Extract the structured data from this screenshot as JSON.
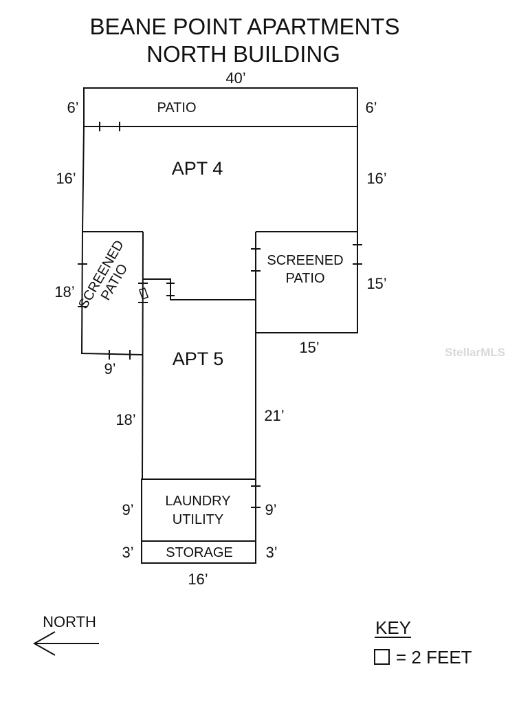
{
  "title": {
    "line1": "BEANE POINT APARTMENTS",
    "line2": "NORTH BUILDING"
  },
  "rooms": {
    "patio": "PATIO",
    "apt4": "APT 4",
    "screened_patio_left_line1": "SCREENED",
    "screened_patio_left_line2": "PATIO",
    "screened_patio_right_line1": "SCREENED",
    "screened_patio_right_line2": "PATIO",
    "apt5": "APT 5",
    "laundry_line1": "LAUNDRY",
    "laundry_line2": "UTILITY",
    "storage": "STORAGE"
  },
  "dimensions": {
    "top_width": "40’",
    "patio_left": "6’",
    "patio_right": "6’",
    "apt4_left": "16’",
    "apt4_right": "16’",
    "left_patio_height": "18’",
    "left_patio_width": "9’",
    "right_patio_height": "15’",
    "right_patio_width": "15’",
    "apt5_left": "18’",
    "apt5_right": "21’",
    "laundry_left": "9’",
    "laundry_right": "9’",
    "storage_left": "3’",
    "storage_right": "3’",
    "bottom_width": "16’"
  },
  "compass": {
    "label": "NORTH",
    "icon": "left-arrow-icon"
  },
  "key": {
    "heading": "KEY",
    "text": "= 2 FEET"
  },
  "watermark": "StellarMLS"
}
